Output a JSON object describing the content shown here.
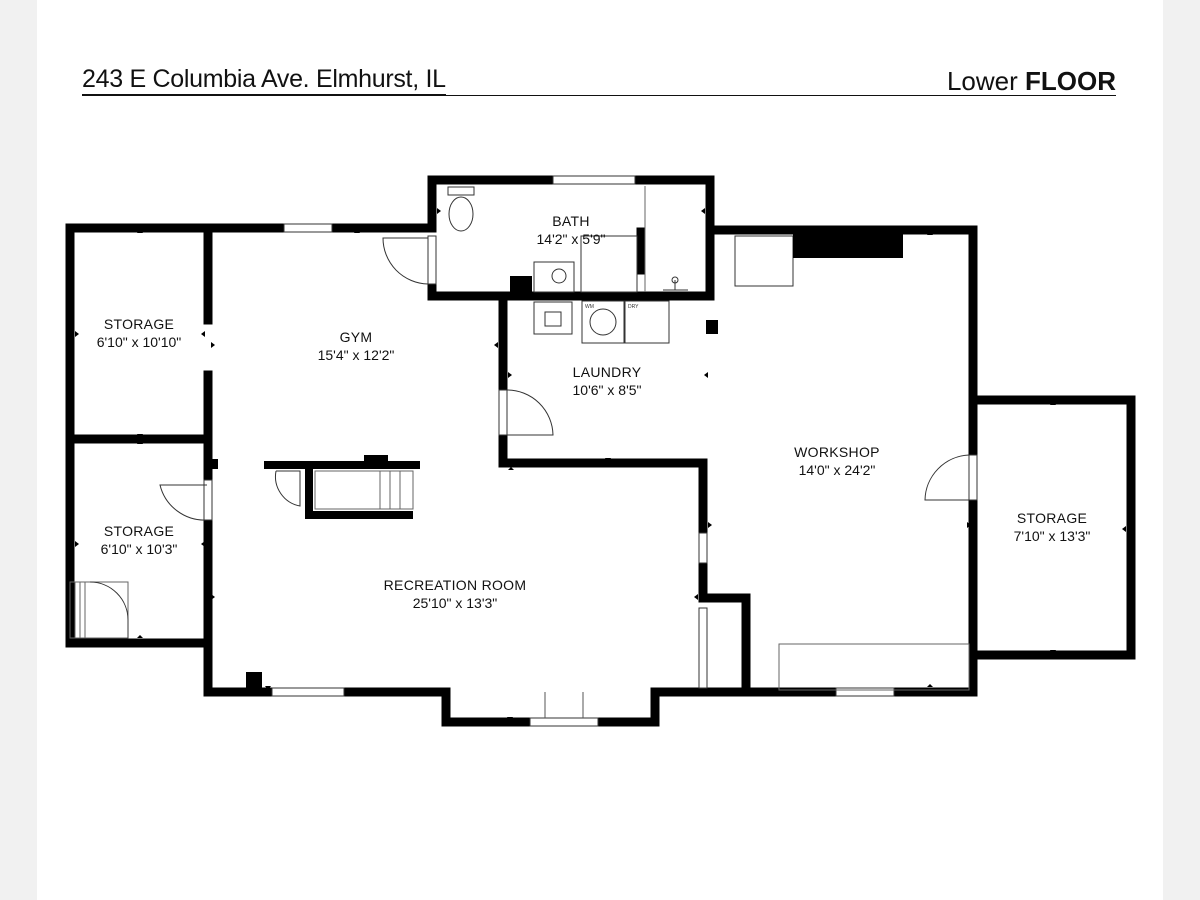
{
  "header": {
    "address": "243 E Columbia Ave. Elmhurst, IL",
    "floor_prefix": "Lower",
    "floor_suffix": "FLOOR"
  },
  "rooms": {
    "bath": {
      "name": "BATH",
      "dims": "14'2\" x 5'9\""
    },
    "gym": {
      "name": "GYM",
      "dims": "15'4\" x 12'2\""
    },
    "storage_nw": {
      "name": "STORAGE",
      "dims": "6'10\" x 10'10\""
    },
    "storage_sw": {
      "name": "STORAGE",
      "dims": "6'10\" x 10'3\""
    },
    "laundry": {
      "name": "LAUNDRY",
      "dims": "10'6\" x 8'5\""
    },
    "workshop": {
      "name": "WORKSHOP",
      "dims": "14'0\" x 24'2\""
    },
    "storage_e": {
      "name": "STORAGE",
      "dims": "7'10\" x 13'3\""
    },
    "recreation": {
      "name": "RECREATION ROOM",
      "dims": "25'10\" x 13'3\""
    }
  },
  "fixtures": {
    "washer": "WM",
    "dryer": "DRY"
  }
}
